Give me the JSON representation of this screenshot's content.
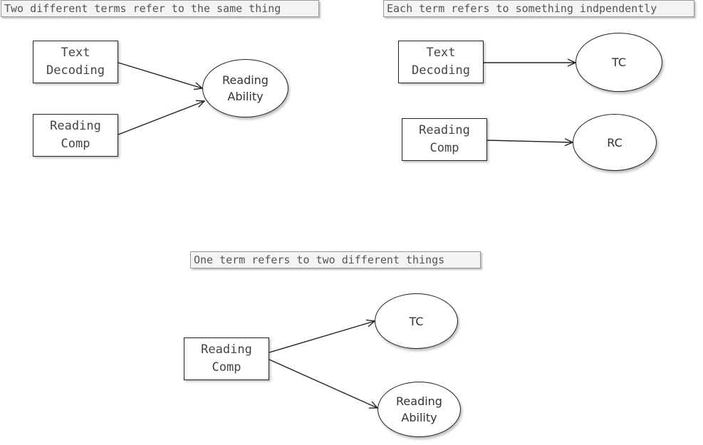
{
  "panels": {
    "same_thing": {
      "title": "Two different terms refer to the same thing",
      "source_a": "Text\nDecoding",
      "source_b": "Reading\nComp",
      "target": "Reading\nAbility"
    },
    "independent": {
      "title": "Each term refers to something indpendently",
      "source_a": "Text\nDecoding",
      "target_a": "TC",
      "source_b": "Reading\nComp",
      "target_b": "RC"
    },
    "two_things": {
      "title": "One term refers to two different things",
      "source": "Reading\nComp",
      "target_a": "TC",
      "target_b": "Reading\nAbility"
    }
  },
  "colors": {
    "stroke": "#222222",
    "title_background": "#f4f4f4",
    "title_text": "#555555"
  }
}
